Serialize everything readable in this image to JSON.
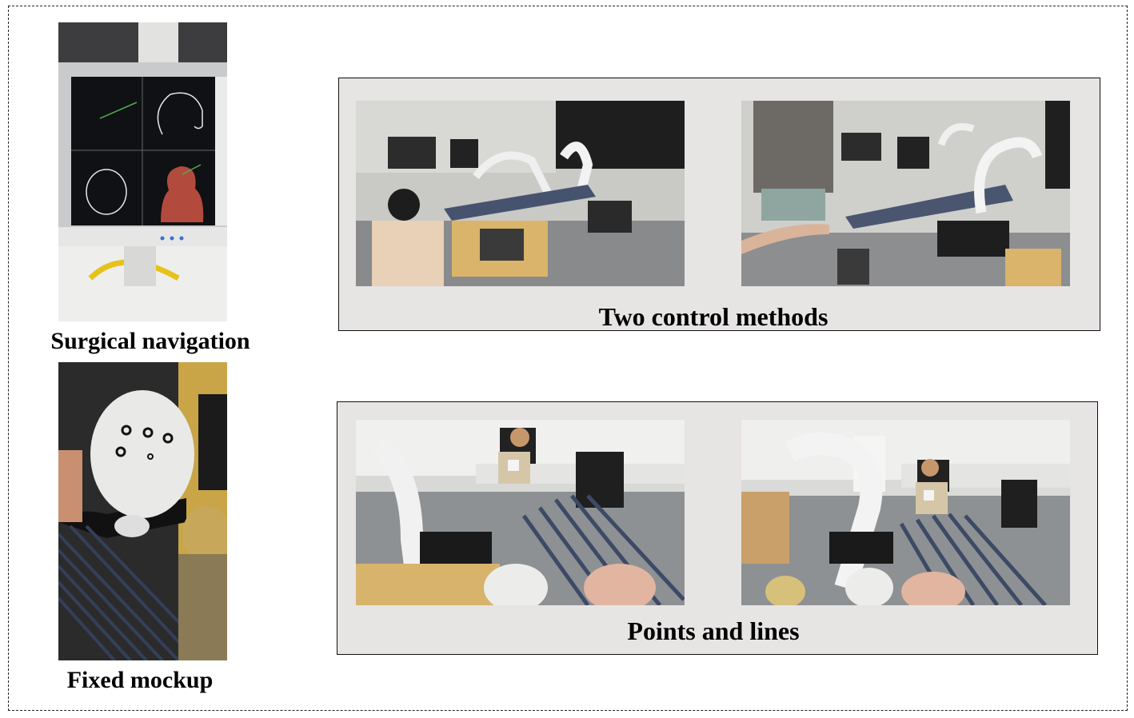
{
  "figure": {
    "captions": {
      "surgical_navigation": "Surgical navigation",
      "fixed_mockup": "Fixed mockup",
      "two_control_methods": "Two control methods",
      "points_and_lines": "Points and lines"
    },
    "photos": [
      {
        "name": "navigation-monitor-photo"
      },
      {
        "name": "mockup-head-photo"
      },
      {
        "name": "control-tablet-photo"
      },
      {
        "name": "control-gesture-photo"
      },
      {
        "name": "points-lines-photo-1"
      },
      {
        "name": "points-lines-photo-2"
      }
    ]
  }
}
